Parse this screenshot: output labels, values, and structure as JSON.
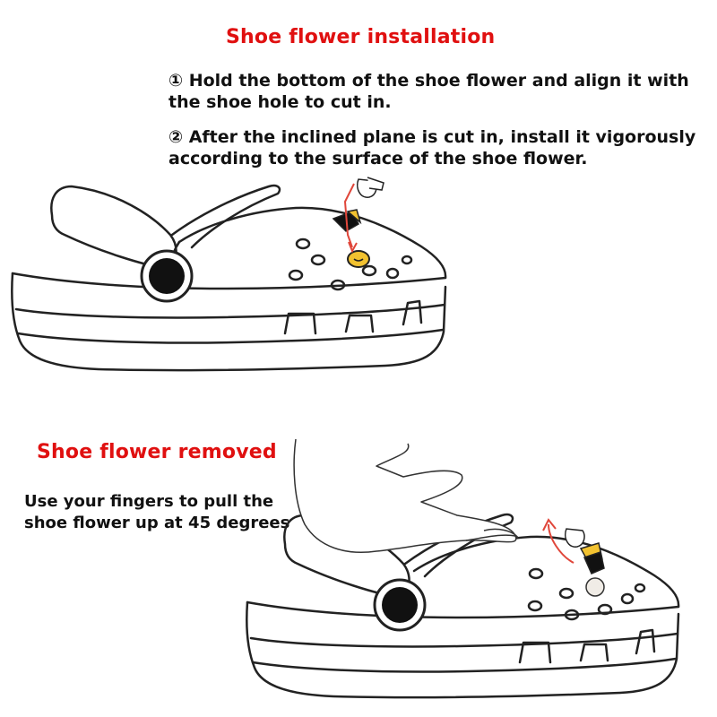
{
  "install": {
    "title": "Shoe flower installation",
    "step1_line1": "① Hold the bottom of the shoe flower and align it with",
    "step1_line2": "the shoe hole to cut in.",
    "step2_line1": "② After the inclined plane is cut in, install it vigorously",
    "step2_line2": "according to the surface of the shoe flower."
  },
  "remove": {
    "title": "Shoe flower removed",
    "instruction_line1": "Use your fingers to pull the",
    "instruction_line2": "shoe flower up at 45 degrees"
  },
  "colors": {
    "title_red": "#e01010",
    "text": "#111111",
    "outline": "#222222",
    "charm_yellow": "#f2c230",
    "arrow_red": "#e0463a"
  },
  "icons": [
    "clog-shoe-illustration",
    "shoe-charm-icon",
    "arrow-icon",
    "hand-illustration"
  ]
}
